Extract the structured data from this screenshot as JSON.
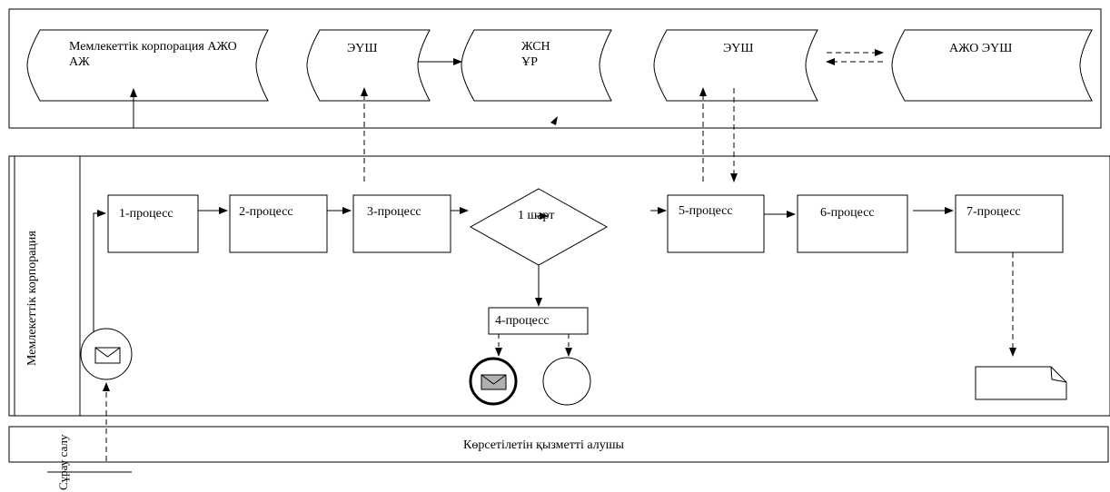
{
  "systems": {
    "gov_corp_system": "Мемлекеттік корпорация АЖО АЖ",
    "eush_1": "ЭҮШ",
    "zhsn_ur": "ЖСН ҰР",
    "eush_2": "ЭҮШ",
    "azho_eush": "АЖО ЭҮШ"
  },
  "lanes": {
    "gov_corp": "Мемлекеттік корпорация",
    "service_recipient": "Көрсетілетін қызметті алушы"
  },
  "processes": {
    "p1": "1-процесс",
    "p2": "2-процесс",
    "p3": "3-процесс",
    "p4": "4-процесс",
    "p5": "5-процесс",
    "p6": "6-процесс",
    "p7": "7-процесс"
  },
  "decision": {
    "label": "1 шарт"
  },
  "request_label": "Сұрау салу"
}
